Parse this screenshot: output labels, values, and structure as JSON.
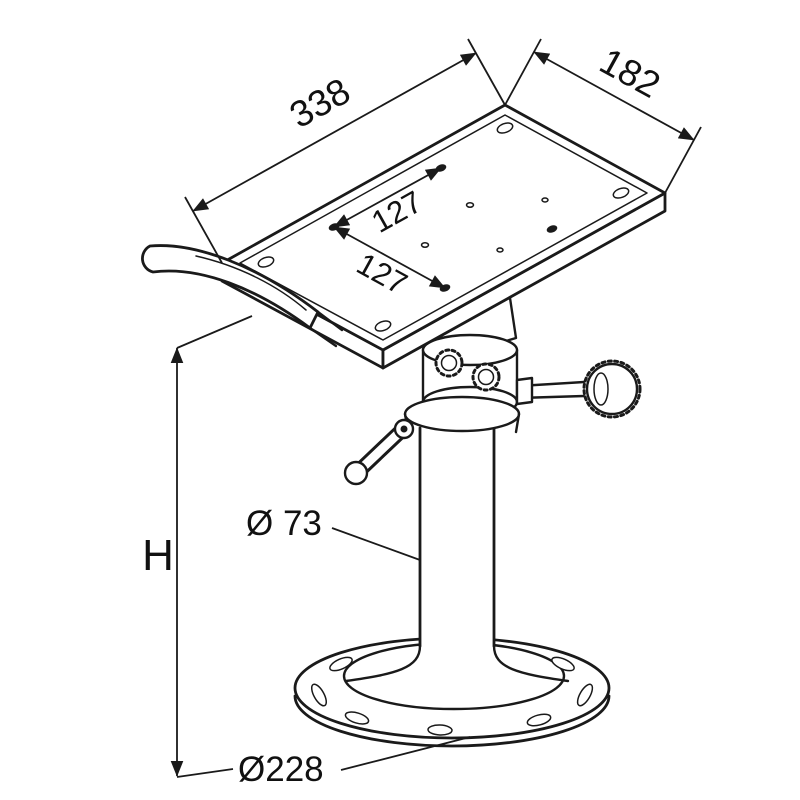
{
  "drawing": {
    "type": "technical-line-drawing",
    "subject": "Adjustable boat seat pedestal: rectangular swivel mounting plate on telescoping column with round flanged base",
    "ink_color": "#1a1a1a",
    "background": "#ffffff",
    "labels": {
      "plate_length": "338",
      "plate_depth": "182",
      "bolt_pattern_a": "127",
      "bolt_pattern_b": "127",
      "height": "H",
      "column_diameter": "Ø 73",
      "base_diameter": "Ø228"
    }
  }
}
